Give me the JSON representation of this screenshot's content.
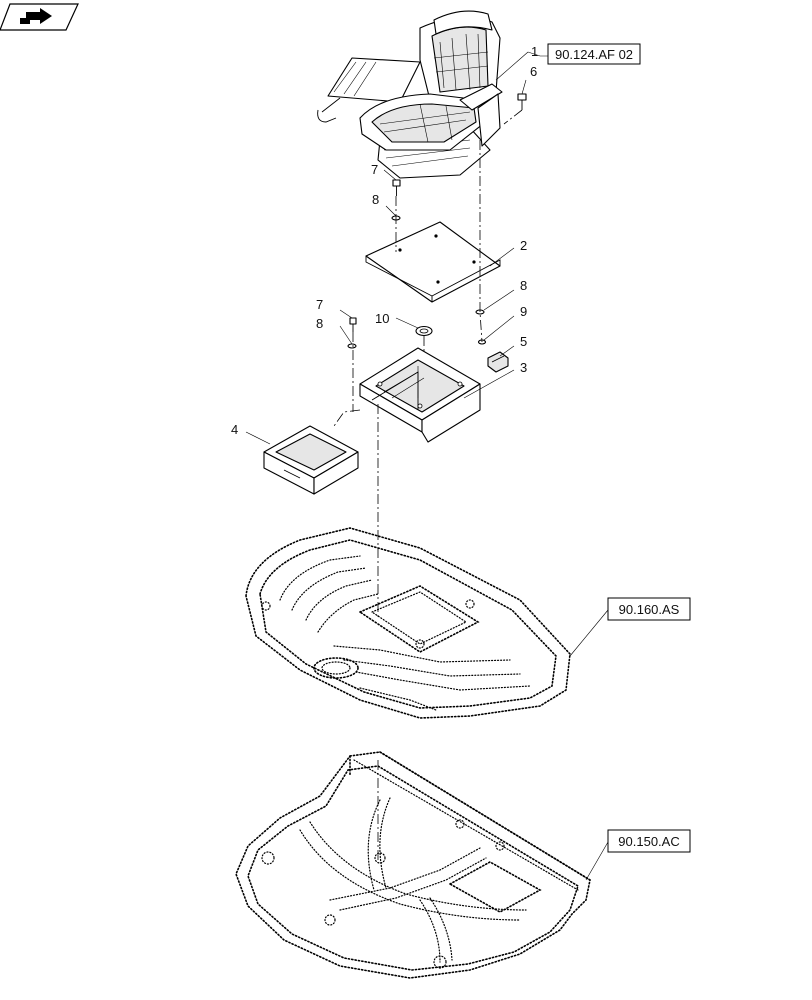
{
  "callouts": {
    "c1": "1",
    "c6": "6",
    "c7a": "7",
    "c8a": "8",
    "c2": "2",
    "c8b": "8",
    "c7b": "7",
    "c8c": "8",
    "c9": "9",
    "c10": "10",
    "c5": "5",
    "c3": "3",
    "c4": "4"
  },
  "references": {
    "seat_ref": "90.124.AF 02",
    "floor_mat_ref": "90.160.AS",
    "floor_plate_ref": "90.150.AC"
  },
  "icons": {
    "nav": "navigation-arrow-icon"
  }
}
